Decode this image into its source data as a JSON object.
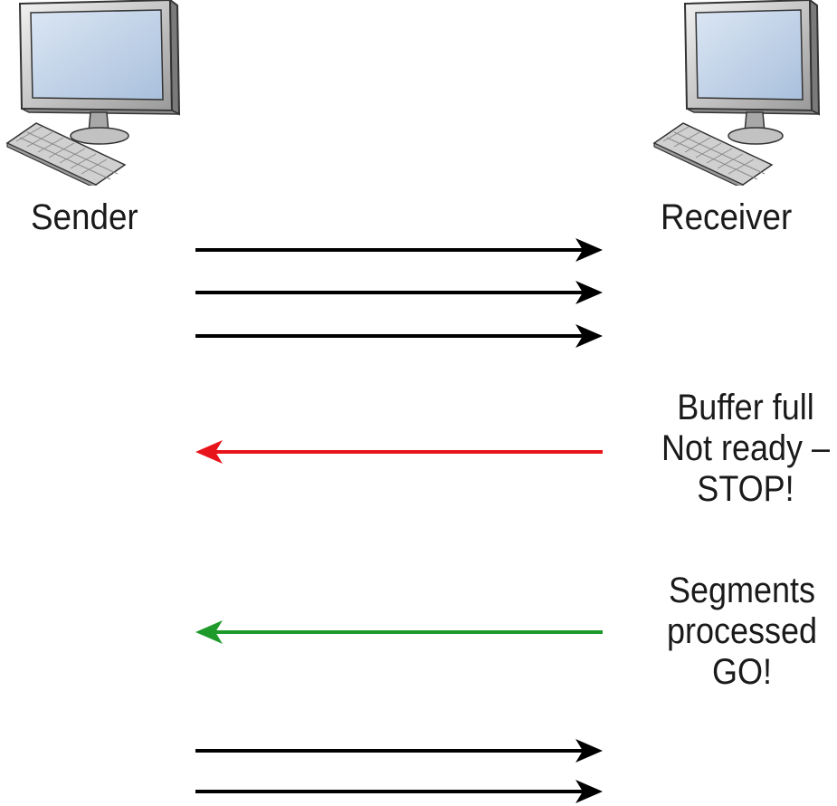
{
  "nodes": {
    "sender": {
      "label": "Sender",
      "icon": "desktop-computer-icon"
    },
    "receiver": {
      "label": "Receiver",
      "icon": "desktop-computer-icon"
    }
  },
  "messages": [
    {
      "direction": "sender-to-receiver",
      "color": "#000000"
    },
    {
      "direction": "sender-to-receiver",
      "color": "#000000"
    },
    {
      "direction": "sender-to-receiver",
      "color": "#000000"
    },
    {
      "direction": "receiver-to-sender",
      "color": "#e8141c"
    },
    {
      "direction": "receiver-to-sender",
      "color": "#1e9a2a"
    },
    {
      "direction": "sender-to-receiver",
      "color": "#000000"
    },
    {
      "direction": "sender-to-receiver",
      "color": "#000000"
    }
  ],
  "notes": {
    "stop": [
      "Buffer full",
      "Not ready –",
      "STOP!"
    ],
    "go": [
      "Segments",
      "processed",
      "GO!"
    ]
  },
  "colors": {
    "data": "#000000",
    "stop": "#e8141c",
    "go": "#1e9a2a"
  }
}
